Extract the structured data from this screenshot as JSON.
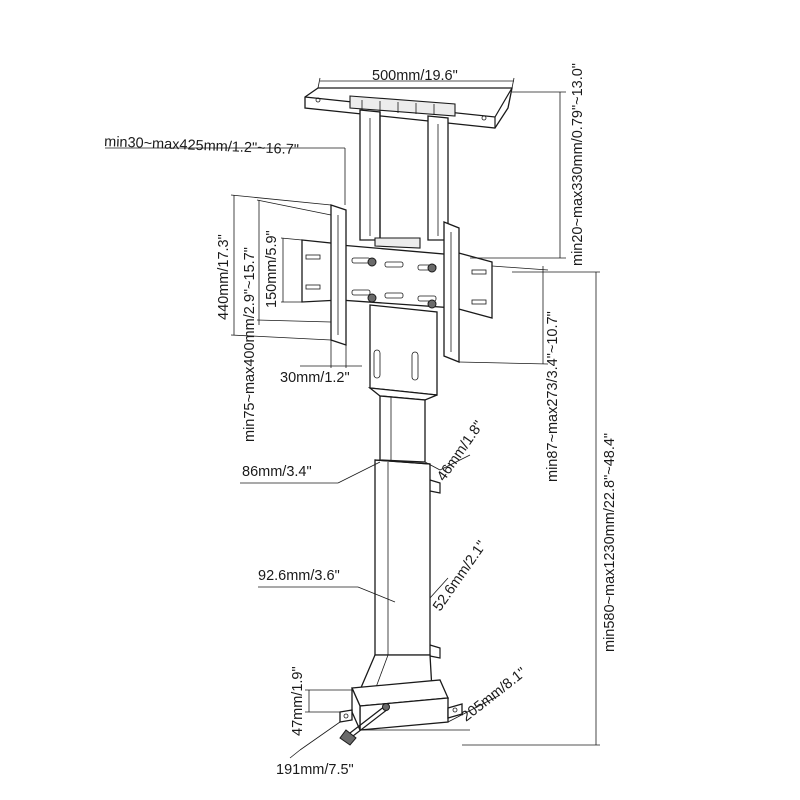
{
  "dimensions": {
    "top_bracket_width": "500mm/19.6\"",
    "ceiling_drop": "min20~max330mm/0.79\"~13.0\"",
    "mount_offset": "min30~max425mm/1.2\"~16.7\"",
    "arm_height": "440mm/17.3\"",
    "vesa_vertical": "min75~max400mm/2.9\"~15.7\"",
    "inner_height": "150mm/5.9\"",
    "arm_depth": "30mm/1.2\"",
    "vesa_horizontal": "min87~max273/3.4\"~10.7\"",
    "total_height": "min580~max1230mm/22.8\"~48.4\"",
    "upper_tube_width": "86mm/3.4\"",
    "upper_tube_depth": "46mm/1.8\"",
    "lower_tube_width": "92.6mm/3.6\"",
    "lower_tube_depth": "52.6mm/2.1\"",
    "base_height": "47mm/1.9\"",
    "base_depth": "205mm/8.1\"",
    "base_width": "191mm/7.5\""
  }
}
